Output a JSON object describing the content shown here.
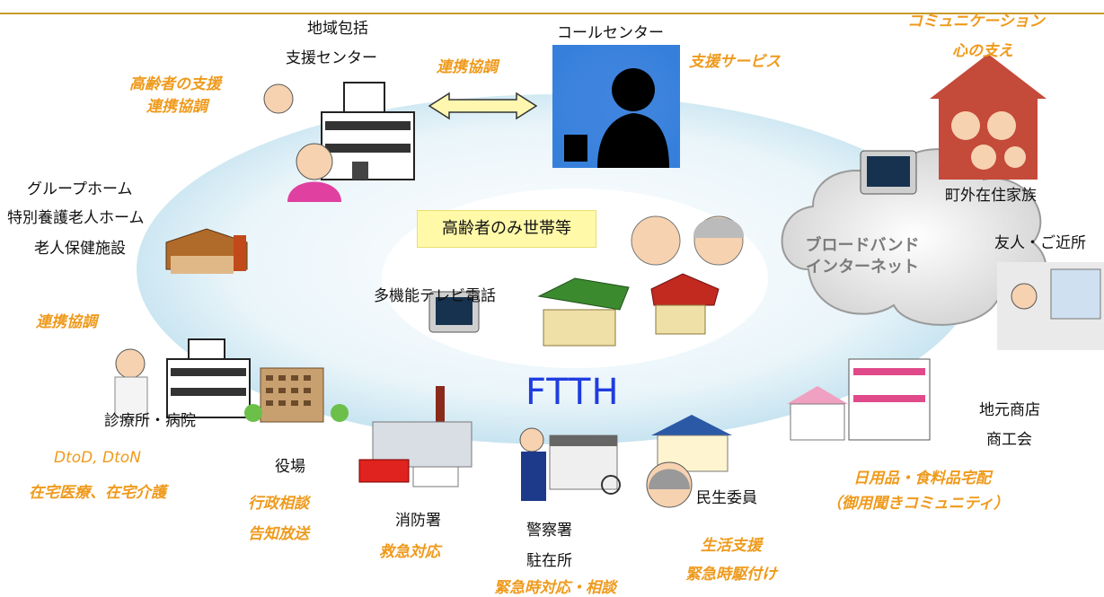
{
  "hub": {
    "label": "高齢者のみ世帯等"
  },
  "videophone_label": "多機能テレビ電話",
  "network_label": "FTTH",
  "cloud": {
    "line1": "ブロードバンド",
    "line2": "インターネット"
  },
  "nodes": {
    "support_center": {
      "line1": "地域包括",
      "line2": "支援センター",
      "caption1": "高齢者の支援",
      "caption2": "連携協調"
    },
    "call_center": {
      "label": "コールセンター",
      "caption": "支援サービス",
      "link_caption": "連携協調"
    },
    "remote_family": {
      "label": "町外在住家族",
      "caption1": "コミュニケーション",
      "caption2": "心の支え"
    },
    "friends": {
      "label": "友人・ご近所"
    },
    "group_home": {
      "line1": "グループホーム",
      "line2": "特別養護老人ホーム",
      "line3": "老人保健施設",
      "caption": "連携協調"
    },
    "clinic": {
      "label": "診療所・病院",
      "caption1": "DtoD, DtoN",
      "caption2": "在宅医療、在宅介護"
    },
    "town_office": {
      "label": "役場",
      "caption1": "行政相談",
      "caption2": "告知放送"
    },
    "fire_station": {
      "label": "消防署",
      "caption": "救急対応"
    },
    "police": {
      "line1": "警察署",
      "line2": "駐在所",
      "caption": "緊急時対応・相談"
    },
    "welfare": {
      "label": "民生委員",
      "caption1": "生活支援",
      "caption2": "緊急時駆付け"
    },
    "shops": {
      "line1": "地元商店",
      "line2": "商工会",
      "caption1": "日用品・食料品宅配",
      "caption2": "（御用聞きコミュニティ）"
    }
  },
  "colors": {
    "accent_caption": "#ef9a1c",
    "network_text": "#1f3ce0",
    "hub_box": "#fff9a8",
    "ellipse": "#cfe8f3",
    "cloud": "#d9d9d9"
  }
}
